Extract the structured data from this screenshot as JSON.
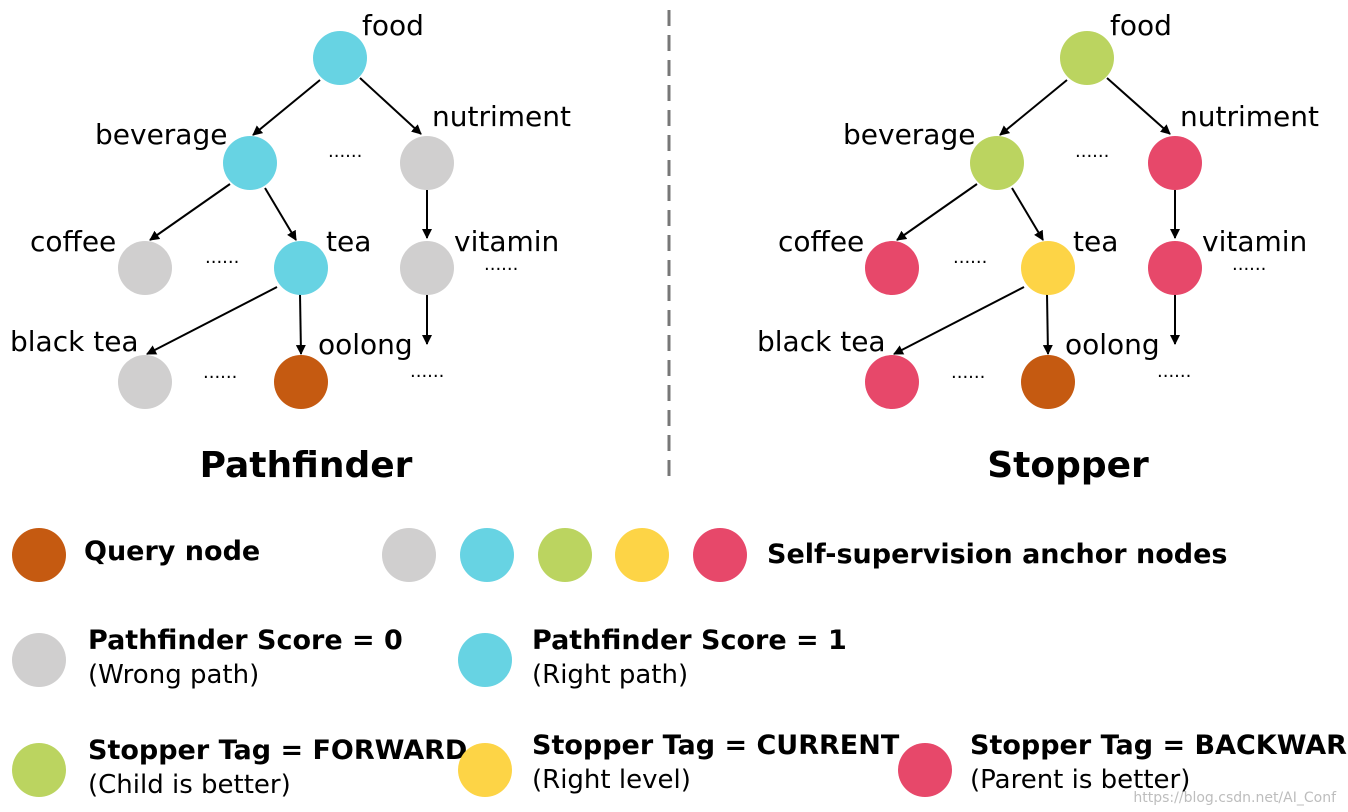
{
  "colors": {
    "query": "#C55A11",
    "gray": "#D0CFCF",
    "cyan": "#67D3E3",
    "green": "#BBD460",
    "yellow": "#FDD446",
    "red": "#E7486A"
  },
  "pathfinder": {
    "title": "Pathfinder",
    "labels": {
      "food": "food",
      "beverage": "beverage",
      "nutriment": "nutriment",
      "coffee": "coffee",
      "tea": "tea",
      "vitamin": "vitamin",
      "black_tea": "black tea",
      "oolong": "oolong"
    },
    "ellipsis": "......"
  },
  "stopper": {
    "title": "Stopper",
    "labels": {
      "food": "food",
      "beverage": "beverage",
      "nutriment": "nutriment",
      "coffee": "coffee",
      "tea": "tea",
      "vitamin": "vitamin",
      "black_tea": "black tea",
      "oolong": "oolong"
    },
    "ellipsis": "......"
  },
  "legend": {
    "query": "Query node",
    "anchors": "Self-supervision anchor nodes",
    "score0_title": "Pathfinder Score = 0",
    "score0_sub": "(Wrong path)",
    "score1_title": "Pathfinder Score = 1",
    "score1_sub": "(Right path)",
    "forward_title": "Stopper Tag = FORWARD",
    "forward_sub": "(Child is better)",
    "current_title": "Stopper Tag = CURRENT",
    "current_sub": "(Right level)",
    "backward_title": "Stopper Tag = BACKWARD",
    "backward_sub": "(Parent is better)"
  },
  "watermark": "https://blog.csdn.net/AI_Conf"
}
